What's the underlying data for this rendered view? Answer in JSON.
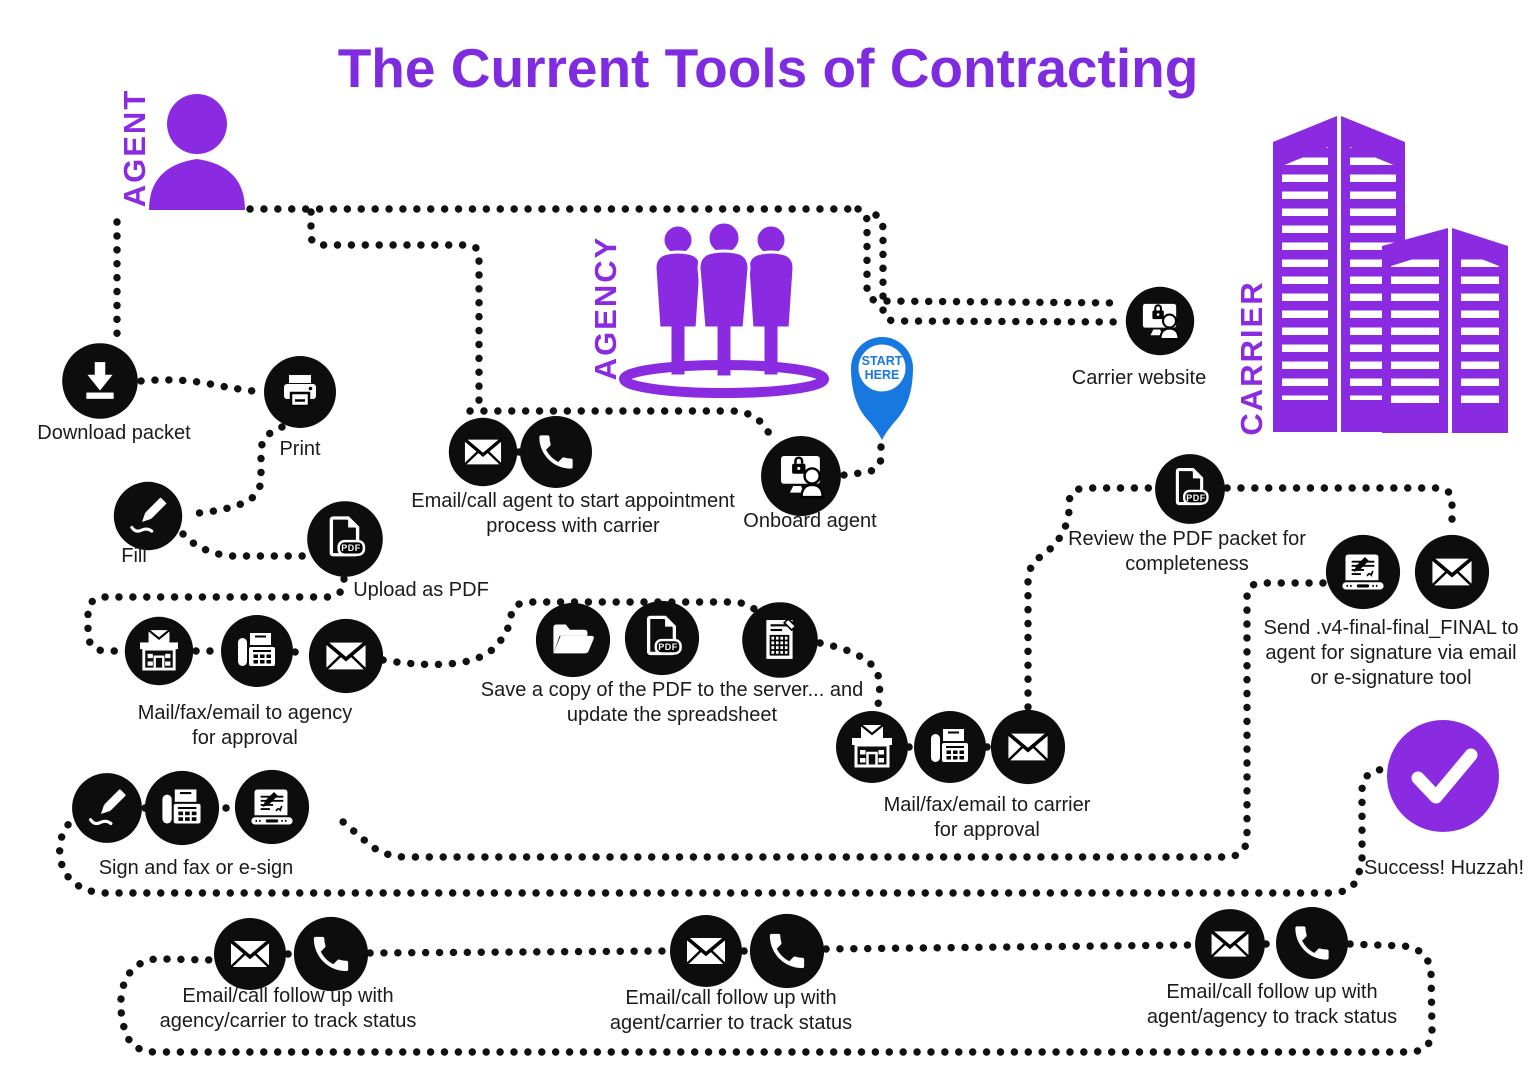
{
  "title": "The Current Tools of Contracting",
  "colors": {
    "purple": "#8A2BE2",
    "title_purple": "#7F2BE0",
    "pin_blue": "#1778E0",
    "icon_black": "#0d0d0d"
  },
  "actors": {
    "agent": "AGENT",
    "agency": "AGENCY",
    "carrier": "CARRIER"
  },
  "pin": {
    "text": "START\nHERE"
  },
  "icons": {
    "pdf_badge": "PDF"
  },
  "steps": {
    "download": "Download packet",
    "print": "Print",
    "fill": "Fill",
    "upload": "Upload as PDF",
    "mail_agency": "Mail/fax/email to agency\nfor approval",
    "email_call_agent": "Email/call agent to start appointment\nprocess with carrier",
    "onboard": "Onboard agent",
    "carrier_website": "Carrier website",
    "save_copy": "Save a copy of the PDF to the server... and\nupdate the spreadsheet",
    "mail_carrier": "Mail/fax/email to carrier\nfor approval",
    "review_pdf": "Review the PDF packet for\ncompleteness",
    "send_final": "Send .v4-final-final_FINAL to\nagent for signature via email\nor e-signature tool",
    "sign": "Sign and fax or e-sign",
    "success": "Success! Huzzah!",
    "follow_agency_carrier": "Email/call follow up with\nagency/carrier to track status",
    "follow_agent_carrier": "Email/call follow up with\nagent/carrier to track status",
    "follow_agent_agency": "Email/call follow up with\nagent/agency to track status"
  }
}
